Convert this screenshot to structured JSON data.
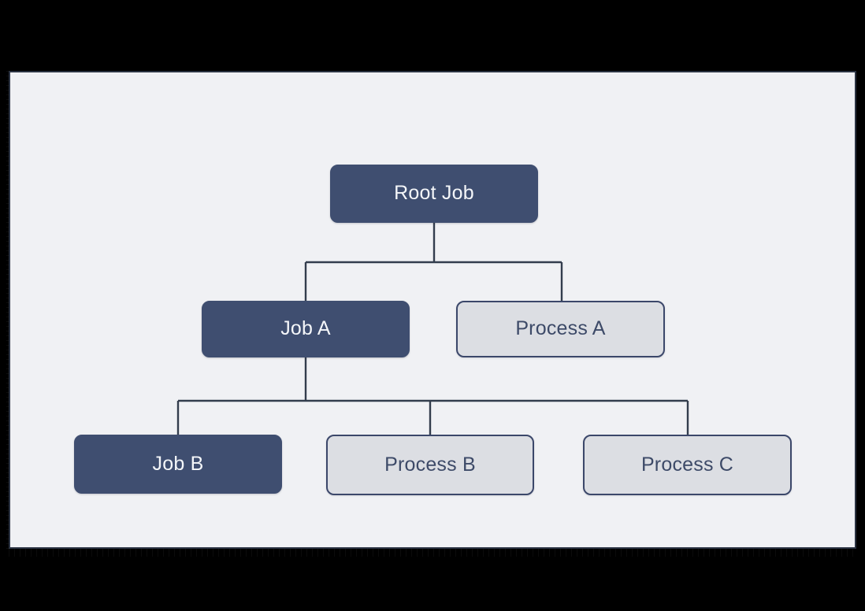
{
  "canvas": {
    "background_color": "#f0f1f4",
    "border_color": "#2b3342",
    "page_background_color": "#000000"
  },
  "theme": {
    "job_fill": "#3f4e70",
    "job_text": "#f4f6f9",
    "process_fill": "#dcdee3",
    "process_border": "#3b476a",
    "process_text": "#3d4a68",
    "connector_color": "#333d4d"
  },
  "diagram": {
    "type": "tree",
    "orientation": "top-down",
    "levels": 3,
    "nodes": [
      {
        "id": "root",
        "label": "Root Job",
        "kind": "job",
        "level": 1
      },
      {
        "id": "job-a",
        "label": "Job A",
        "kind": "job",
        "level": 2
      },
      {
        "id": "process-a",
        "label": "Process A",
        "kind": "process",
        "level": 2
      },
      {
        "id": "job-b",
        "label": "Job B",
        "kind": "job",
        "level": 3
      },
      {
        "id": "process-b",
        "label": "Process B",
        "kind": "process",
        "level": 3
      },
      {
        "id": "process-c",
        "label": "Process C",
        "kind": "process",
        "level": 3
      }
    ],
    "edges": [
      {
        "from": "root",
        "to": "job-a"
      },
      {
        "from": "root",
        "to": "process-a"
      },
      {
        "from": "job-a",
        "to": "job-b"
      },
      {
        "from": "job-a",
        "to": "process-b"
      },
      {
        "from": "job-a",
        "to": "process-c"
      }
    ]
  }
}
